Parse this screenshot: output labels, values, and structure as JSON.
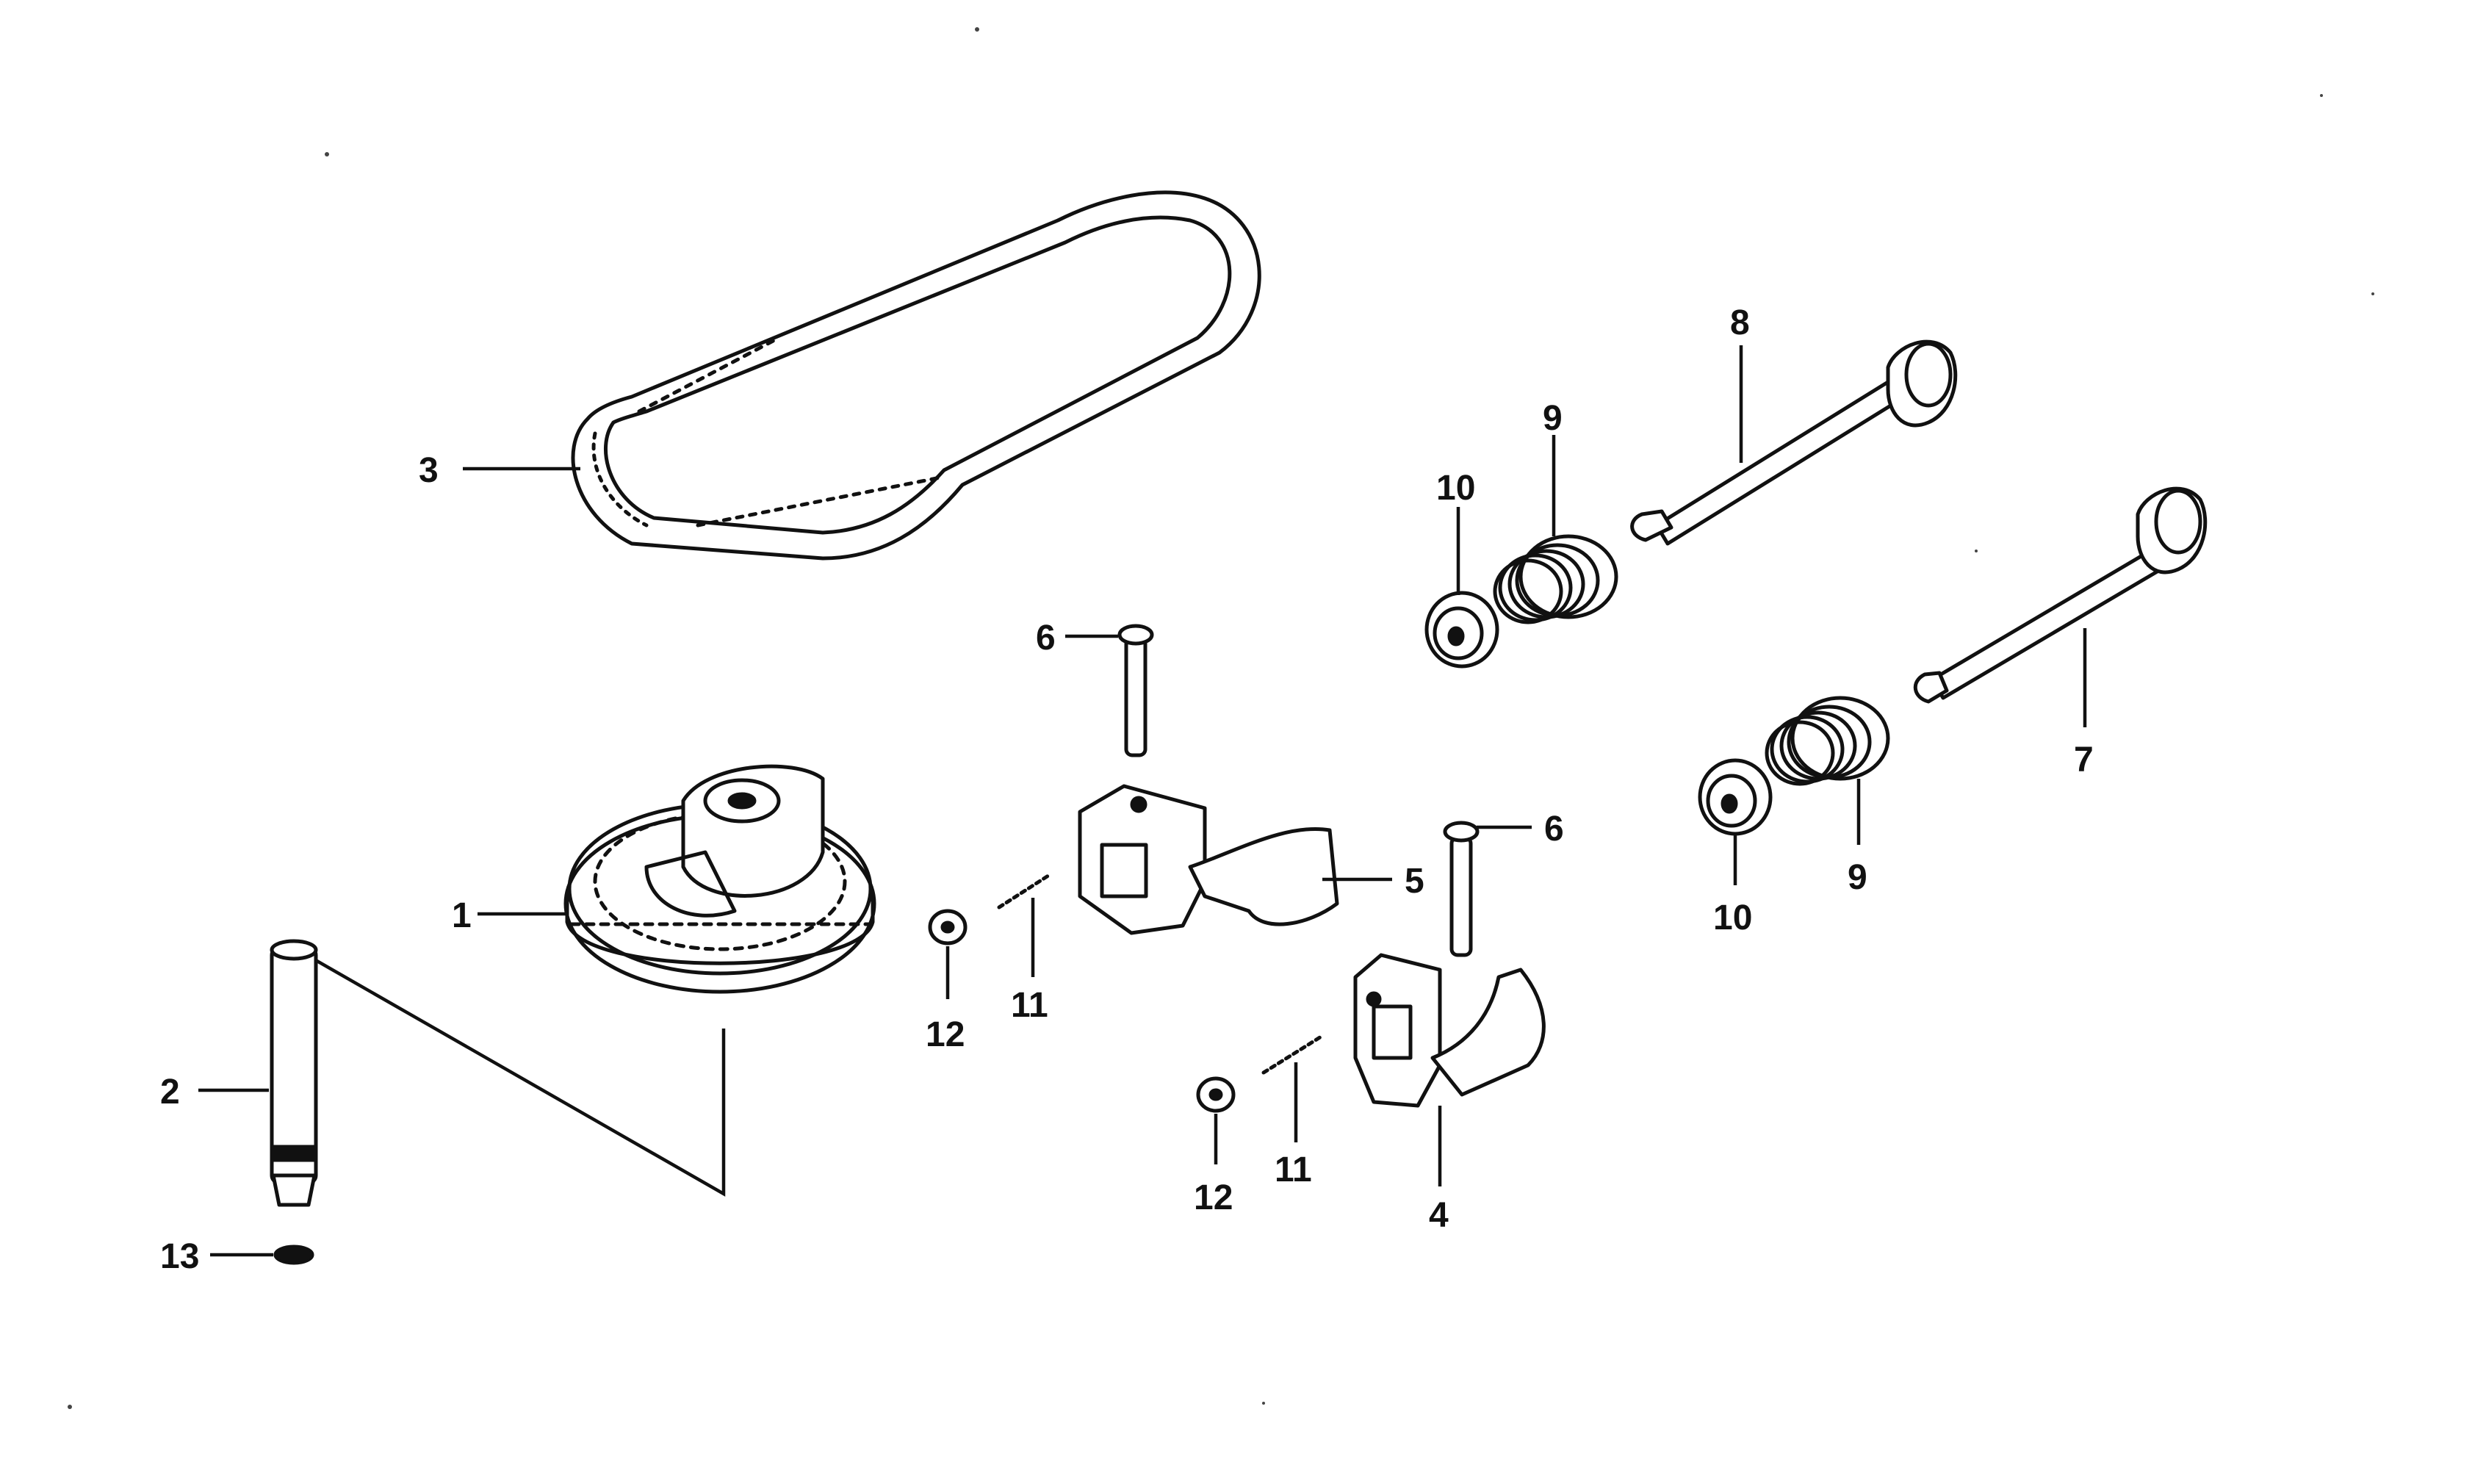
{
  "callouts": {
    "c1": "1",
    "c2": "2",
    "c3": "3",
    "c4": "4",
    "c5": "5",
    "c6a": "6",
    "c6b": "6",
    "c7": "7",
    "c8": "8",
    "c9a": "9",
    "c9b": "9",
    "c10a": "10",
    "c10b": "10",
    "c11a": "11",
    "c11b": "11",
    "c12a": "12",
    "c12b": "12",
    "c13": "13"
  },
  "colors": {
    "ink": "#111111",
    "background": "#ffffff"
  }
}
